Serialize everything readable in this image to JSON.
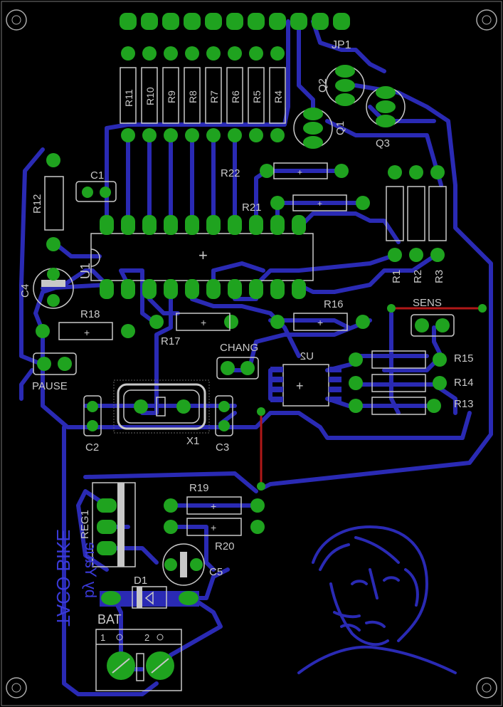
{
  "board": {
    "background": "#000000",
    "trace_color": "#2a2ab4",
    "pad_color": "#1fa31f",
    "silk_color": "#c8c8c8",
    "red_wire_color": "#b01818",
    "blue_text_color": "#3a3ad8"
  },
  "labels": {
    "jp1": "JP1",
    "q1": "Q1",
    "q2": "Q2",
    "q3": "Q3",
    "r11": "R11",
    "r10": "R10",
    "r9": "R9",
    "r8": "R8",
    "r7": "R7",
    "r6": "R6",
    "r5": "R5",
    "r4": "R4",
    "r22": "R22",
    "r21": "R21",
    "r12": "R12",
    "c1": "C1",
    "u1": "U1",
    "c4": "C4",
    "r1": "R1",
    "r2": "R2",
    "r3": "R3",
    "r18": "R18",
    "r17": "R17",
    "r16": "R16",
    "sens": "SENS",
    "chang": "CHANG",
    "u2": "U2",
    "r15": "R15",
    "r14": "R14",
    "r13": "R13",
    "pause": "PAUSE",
    "c2": "C2",
    "x1": "X1",
    "c3": "C3",
    "r19": "R19",
    "r20": "R20",
    "reg1": "REG1",
    "c5": "C5",
    "d1": "D1",
    "bat": "BAT",
    "bat_pin1": "1",
    "bat_pin2": "2",
    "plus": "+"
  },
  "mirrored_text": {
    "line1": "TACO BIKE",
    "line2": "by Yaue"
  }
}
